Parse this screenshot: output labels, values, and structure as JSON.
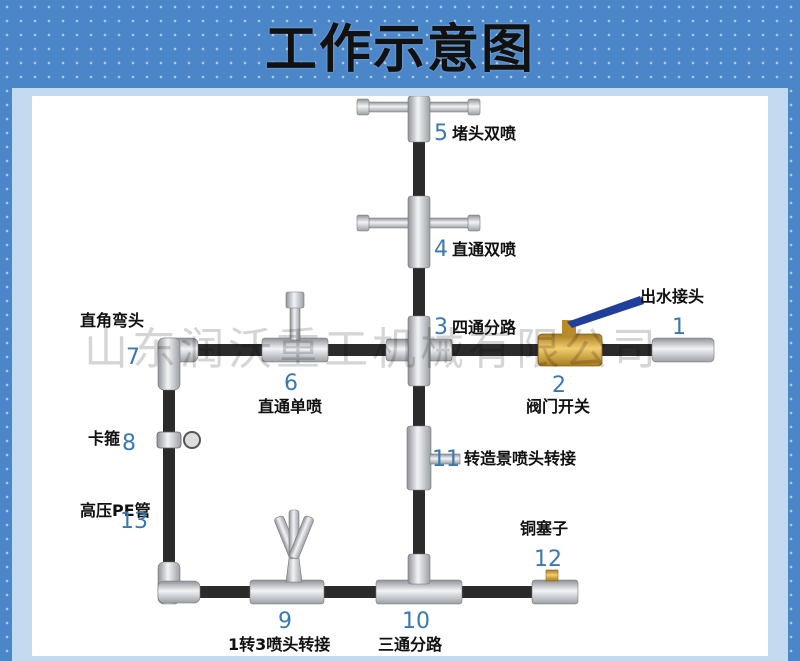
{
  "header": {
    "title": "工作示意图"
  },
  "watermark": "山东润沃重工机械有限公司",
  "parts": {
    "p1": {
      "number": "1",
      "label": "出水接头"
    },
    "p2": {
      "number": "2",
      "label": "阀门开关"
    },
    "p3": {
      "number": "3",
      "label": "四通分路"
    },
    "p4": {
      "number": "4",
      "label": "直通双喷"
    },
    "p5": {
      "number": "5",
      "label": "堵头双喷"
    },
    "p6": {
      "number": "6",
      "label": "直通单喷"
    },
    "p7": {
      "number": "7",
      "label": "直角弯头"
    },
    "p8": {
      "number": "8",
      "label": "卡箍"
    },
    "p9": {
      "number": "9",
      "label": "1转3喷头转接"
    },
    "p10": {
      "number": "10",
      "label": "三通分路"
    },
    "p11": {
      "number": "11",
      "label": "转造景喷头转接"
    },
    "p12": {
      "number": "12",
      "label": "铜塞子"
    },
    "p13": {
      "number": "13",
      "label": "高压PE管"
    }
  },
  "colors": {
    "pipe": "#2b2b2b",
    "fitting": "#c9ccd0",
    "valve_handle": "#1f3f9a",
    "brass": "#d4a437",
    "number": "#3a78b4"
  }
}
